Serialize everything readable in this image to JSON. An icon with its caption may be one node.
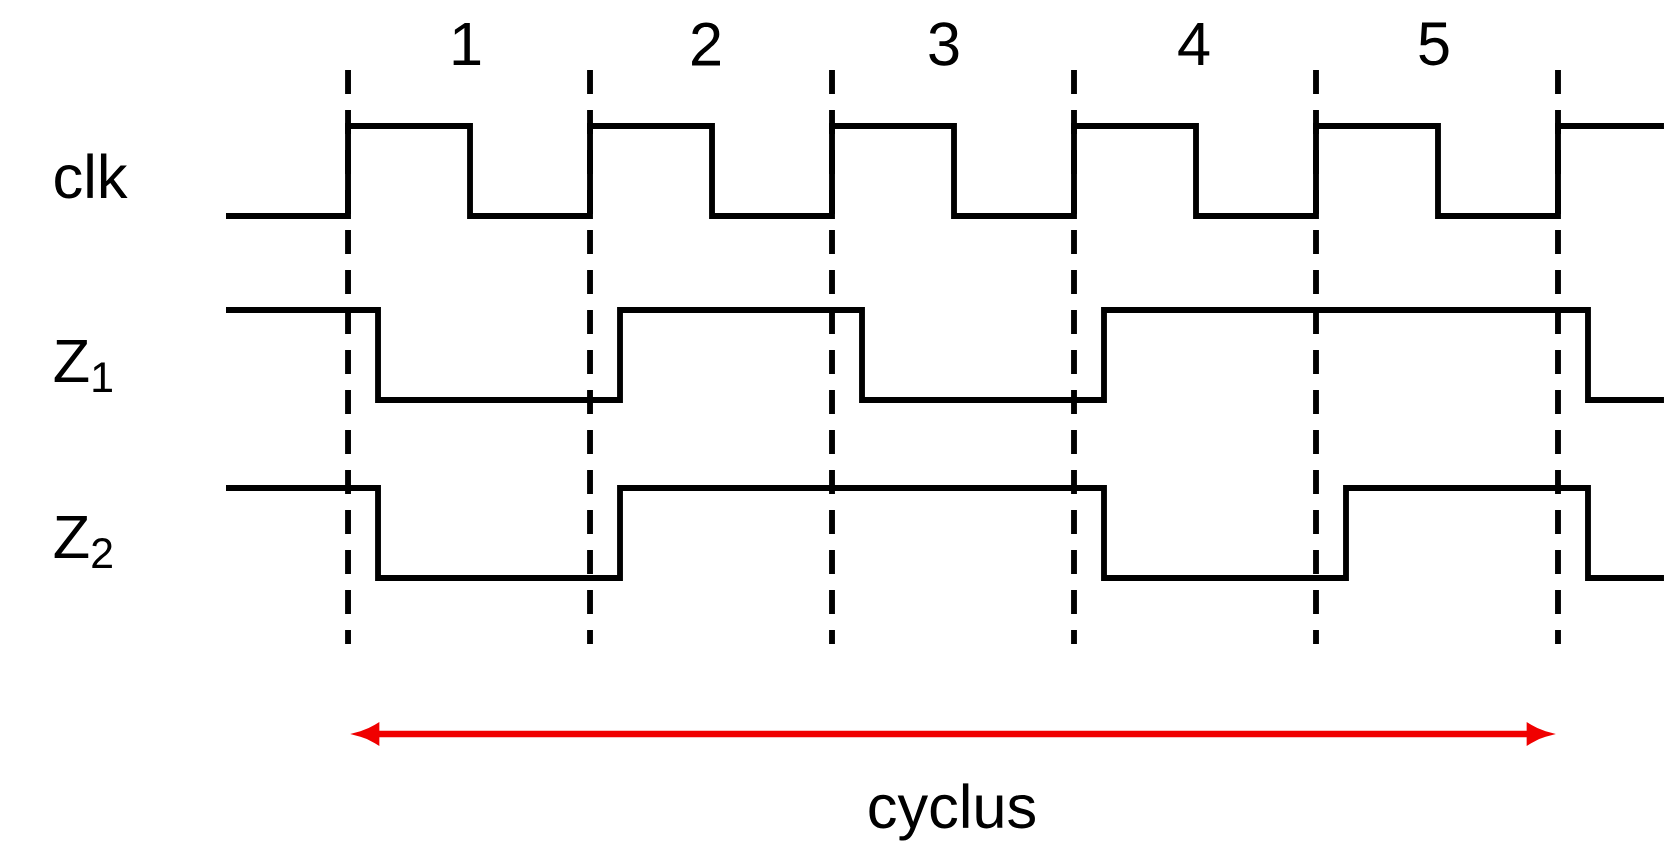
{
  "diagram": {
    "labels": [
      "1",
      "2",
      "3",
      "4",
      "5",
      "clk",
      "Z$_{1}$",
      "Z$_{2}$",
      "cyclus"
    ]
  }
}
